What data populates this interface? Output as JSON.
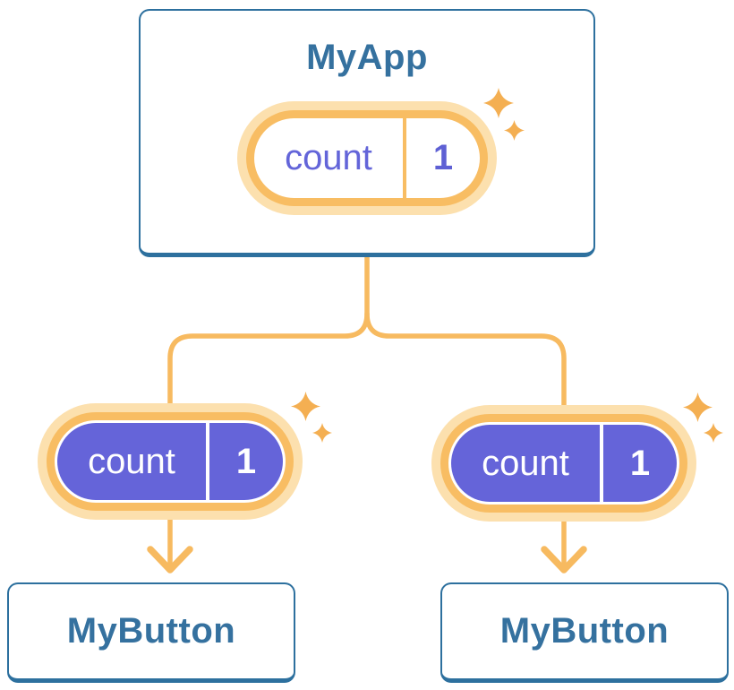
{
  "diagram": {
    "title_hint": "State lifted up: MyApp owns count and passes it to two MyButton children",
    "root_card": {
      "title": "MyApp",
      "state_pill": {
        "name": "count",
        "value": "1"
      }
    },
    "child_cards": [
      {
        "title": "MyButton",
        "state_pill": {
          "name": "count",
          "value": "1"
        }
      },
      {
        "title": "MyButton",
        "state_pill": {
          "name": "count",
          "value": "1"
        }
      }
    ]
  },
  "icons": {
    "sparkle": "four-pointed-star",
    "arrow_down": "chevron-arrowhead"
  },
  "colors": {
    "card_border_blue": "#2D709E",
    "title_text_blue": "#35719F",
    "state_purple": "#6564D9",
    "state_text_purple": "#6365D9",
    "connector_orange": "#F7BA60",
    "pill_ring_orange": "#F8BD63",
    "pill_halo_orange": "#FCE0AE",
    "sparkle_orange": "#F4AF52",
    "background": "#FFFFFF"
  }
}
